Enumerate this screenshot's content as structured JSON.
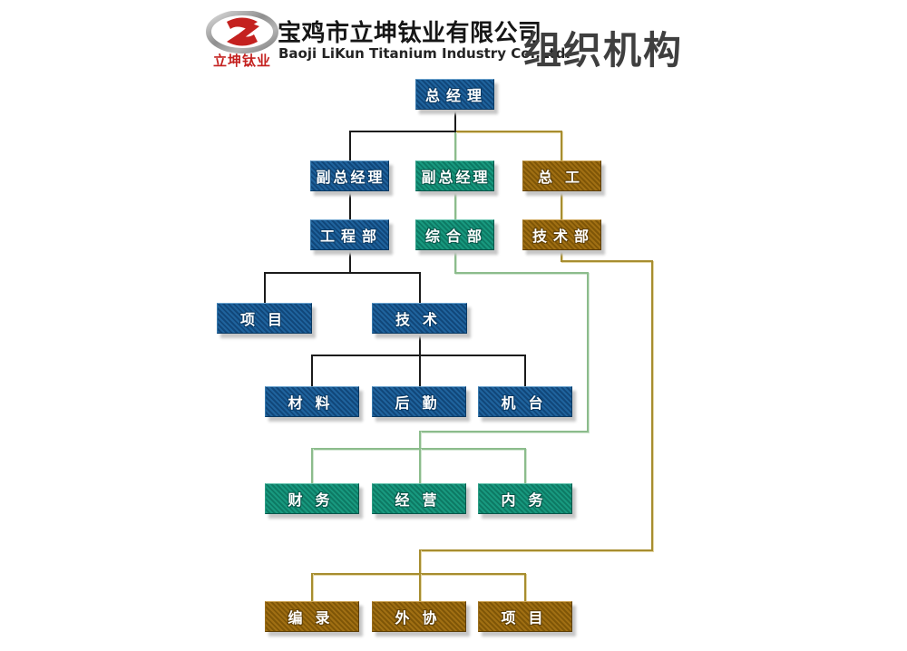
{
  "header": {
    "logo_caption": "立坤钛业",
    "company_cn": "宝鸡市立坤钛业有限公司",
    "company_en": "Baoji LiKun Titanium Industry Co.,Ltd.",
    "page_title": "组织机构"
  },
  "colors": {
    "node_blue": "#1c5c95",
    "node_green": "#169180",
    "node_gold": "#9a6a12",
    "line_black": "#1b1b1b",
    "line_green": "#8cbc8c",
    "line_gold": "#a78d2f",
    "logo_red": "#c4211f",
    "title_gray": "#3f3f3f"
  },
  "org_nodes": [
    {
      "id": "zongjingli",
      "label": "总经理",
      "color": "blue",
      "level": 1
    },
    {
      "id": "fuzongjingli-1",
      "label": "副总经理",
      "color": "blue",
      "level": 2
    },
    {
      "id": "fuzongjingli-2",
      "label": "副总经理",
      "color": "green",
      "level": 2
    },
    {
      "id": "zonggong",
      "label": "总工",
      "color": "gold",
      "level": 2
    },
    {
      "id": "gongchengbu",
      "label": "工程部",
      "color": "blue",
      "level": 3
    },
    {
      "id": "zonghebu",
      "label": "综合部",
      "color": "green",
      "level": 3
    },
    {
      "id": "jishubu",
      "label": "技术部",
      "color": "gold",
      "level": 3
    },
    {
      "id": "xiangmu-eng",
      "label": "项目",
      "color": "blue",
      "level": 4
    },
    {
      "id": "jishu",
      "label": "技术",
      "color": "blue",
      "level": 4
    },
    {
      "id": "cailiao",
      "label": "材料",
      "color": "blue",
      "level": 5
    },
    {
      "id": "houqin",
      "label": "后勤",
      "color": "blue",
      "level": 5
    },
    {
      "id": "jitai",
      "label": "机台",
      "color": "blue",
      "level": 5
    },
    {
      "id": "caiwu",
      "label": "财务",
      "color": "green",
      "level": 6
    },
    {
      "id": "jingying",
      "label": "经营",
      "color": "green",
      "level": 6
    },
    {
      "id": "neiwu",
      "label": "内务",
      "color": "green",
      "level": 6
    },
    {
      "id": "bianlu",
      "label": "编录",
      "color": "gold",
      "level": 7
    },
    {
      "id": "waixie",
      "label": "外协",
      "color": "gold",
      "level": 7
    },
    {
      "id": "xiangmu-tech",
      "label": "项目",
      "color": "gold",
      "level": 7
    }
  ]
}
